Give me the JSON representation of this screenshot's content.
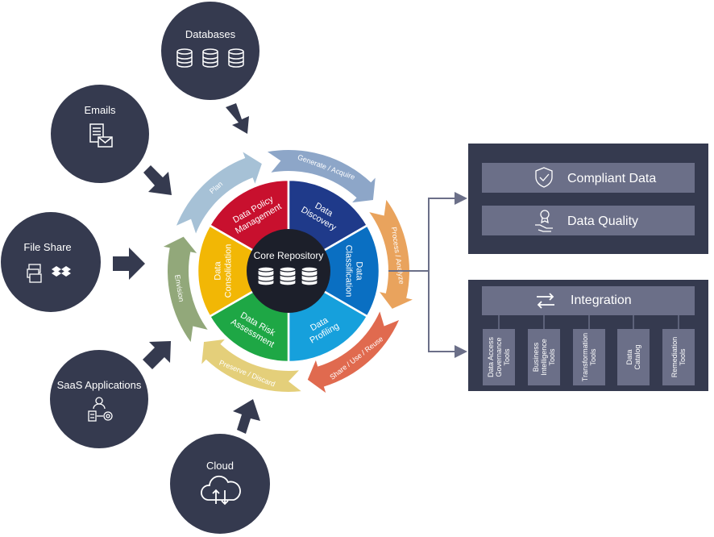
{
  "sources": {
    "databases": "Databases",
    "emails": "Emails",
    "file_share": "File Share",
    "saas": "SaaS Applications",
    "cloud": "Cloud"
  },
  "lifecycle": {
    "plan": "Plan",
    "generate": "Generate / Acquire",
    "process": "Process / Analyze",
    "share": "Share / Use / Reuse",
    "preserve": "Preserve / Discard",
    "envision": "Envision"
  },
  "segments": {
    "policy": [
      "Data Policy",
      "Management"
    ],
    "discovery": [
      "Data",
      "Discovery"
    ],
    "classification": [
      "Data",
      "Classification"
    ],
    "profiling": [
      "Data",
      "Profiling"
    ],
    "risk": [
      "Data Risk",
      "Assessment"
    ],
    "consolidation": [
      "Data",
      "Consolidation"
    ]
  },
  "core": {
    "label": "Core Repository"
  },
  "outputs": {
    "compliant": "Compliant Data",
    "quality": "Data Quality",
    "integration": "Integration",
    "tools": [
      [
        "Data Access",
        "Governance",
        "Tools"
      ],
      [
        "Business",
        "Intelligence",
        "Tools"
      ],
      [
        "Transformation",
        "Tools"
      ],
      [
        "Data",
        "Catalog"
      ],
      [
        "Remediation",
        "Tools"
      ]
    ]
  },
  "colors": {
    "navy": "#353a4f",
    "panel_item": "#6b6f88",
    "seg_policy": "#c8102e",
    "seg_discovery": "#1f3a8a",
    "seg_classification": "#0a6fc2",
    "seg_profiling": "#16a0dc",
    "seg_risk": "#1ea745",
    "seg_consolidation": "#f2b705",
    "ring_plan": "#a6c1d6",
    "ring_generate": "#8da6c8",
    "ring_process": "#e9a35d",
    "ring_share": "#e06a4f",
    "ring_preserve": "#e4cf7a",
    "ring_envision": "#92a87a"
  }
}
